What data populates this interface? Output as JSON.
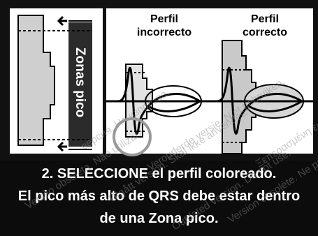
{
  "diagram": {
    "side_label": "Zonas pico",
    "label_incorrect_line1": "Perfil",
    "label_incorrect_line2": "incorrecto",
    "label_correct_line1": "Perfil",
    "label_correct_line2": "correcto"
  },
  "caption": {
    "line1": "2. SELECCIONE el perfil coloreado.",
    "line2": "El pico más alto de QRS debe estar dentro",
    "line3": "de una Zona pico."
  },
  "watermarks": [
    "версия. Не използва.",
    "Versão obsoleta. Não utilizar.",
    "Utgått version. Skal ikke anvendes.",
    "Verouderde versie. Niet gebruiken.",
    "Outdated version. Do not use.",
    "Version obsolète. Ne pas utiliser.",
    "Ξεπερασμένη έκδοση."
  ],
  "colors": {
    "background": "#111111",
    "panel": "#ffffff",
    "zone_fill": "#cccccc",
    "ink": "#000000",
    "caption_text": "#ffffff"
  }
}
